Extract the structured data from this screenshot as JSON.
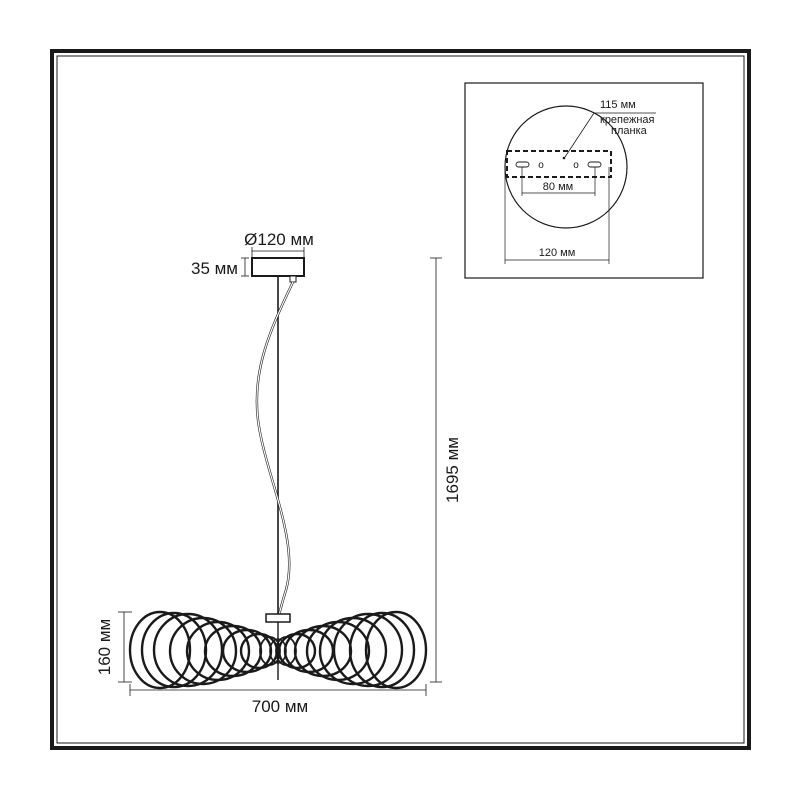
{
  "main_view": {
    "canopy_diameter": "Ø120 мм",
    "canopy_height": "35 мм",
    "total_height": "1695 мм",
    "shade_height": "160 мм",
    "shade_width": "700 мм"
  },
  "inset": {
    "plate_length": "115 мм",
    "plate_label_line1": "крепежная",
    "plate_label_line2": "планка",
    "screw_marks": [
      "o",
      "o"
    ],
    "hole_spacing": "80 мм",
    "canopy_width": "120 мм"
  }
}
